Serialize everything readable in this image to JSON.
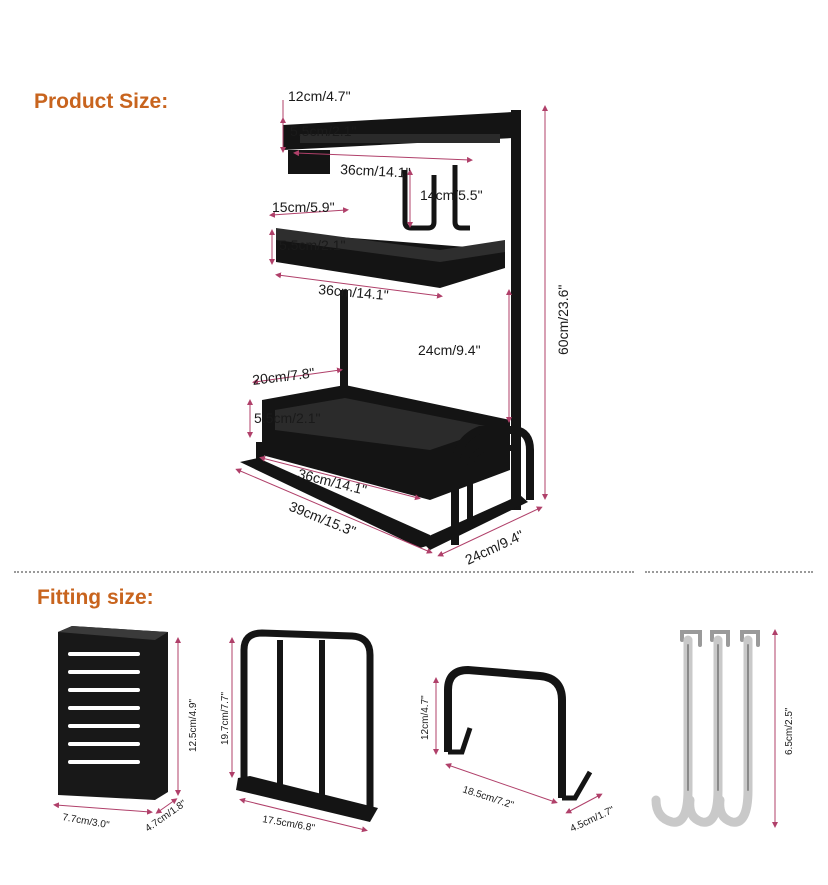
{
  "headings": {
    "product_size": "Product Size:",
    "fitting_size": "Fitting size:"
  },
  "colors": {
    "heading": "#c8641e",
    "dimension_line": "#b0406a",
    "rack": "#141414",
    "hook": "#c9c9c9"
  },
  "rack_dimensions": {
    "top_depth": "12cm/4.7\"",
    "top_height": "5.5cm/2.1\"",
    "top_width": "36cm/14.1\"",
    "hook_height": "14cm/5.5\"",
    "middle_depth": "15cm/5.9\"",
    "middle_height": "5.5cm/2.1\"",
    "middle_width": "36cm/14.1\"",
    "shelf_gap": "24cm/9.4\"",
    "total_height": "60cm/23.6\"",
    "bottom_depth": "20cm/7.8\"",
    "bottom_height": "5.5cm/2.1\"",
    "bottom_width": "36cm/14.1\"",
    "base_width": "39cm/15.3\"",
    "base_depth": "24cm/9.4\""
  },
  "fittings": {
    "utensil_holder": {
      "height": "12.5cm/4.9\"",
      "width": "7.7cm/3.0\"",
      "depth": "4.7cm/1.8\""
    },
    "board_rack": {
      "height": "19.7cm/7.7\"",
      "width": "17.5cm/6.8\""
    },
    "cup_holder": {
      "height": "12cm/4.7\"",
      "width": "18.5cm/7.2\"",
      "depth": "4.5cm/1.7\""
    },
    "hooks": {
      "height": "6.5cm/2.5\""
    }
  }
}
